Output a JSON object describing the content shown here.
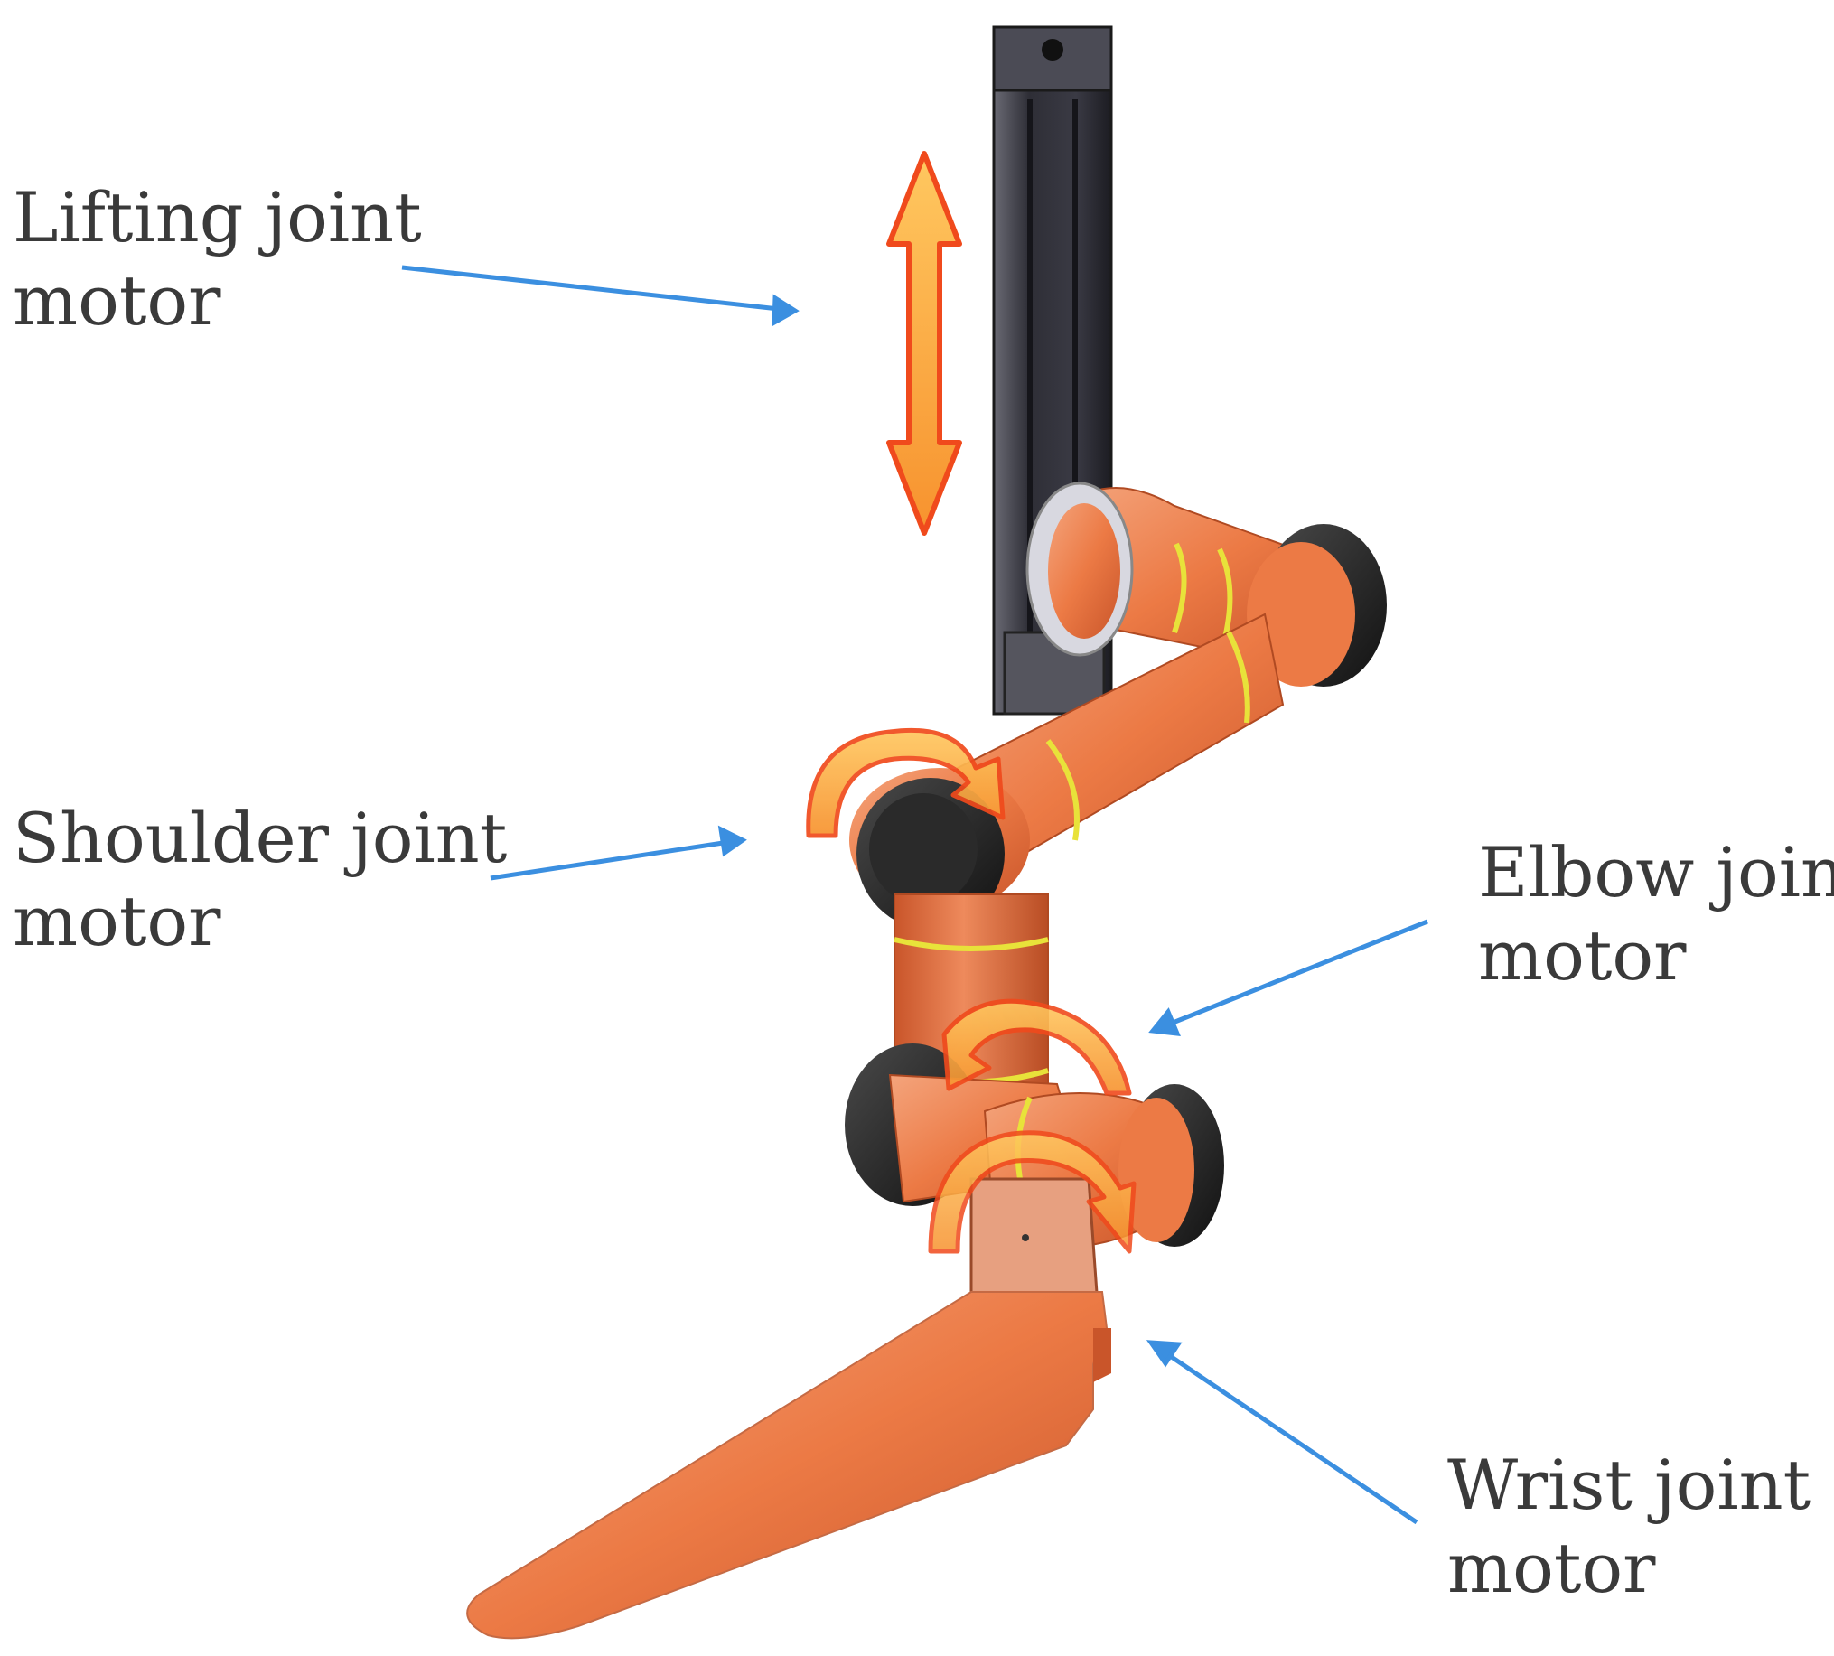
{
  "labels": {
    "lifting": {
      "line1": "Lifting joint",
      "line2": "motor"
    },
    "shoulder": {
      "line1": "Shoulder joint",
      "line2": "motor"
    },
    "elbow": {
      "line1": "Elbow joint",
      "line2": "motor"
    },
    "wrist": {
      "line1": "Wrist joint",
      "line2": "motor"
    }
  },
  "colors": {
    "pointer_arrow": "#3b8fe0",
    "arm_orange": "#ec7a45",
    "arm_shadow": "#c9552a",
    "joint_cap": "#1e1e1e",
    "seam_ring": "#e8e23a",
    "motion_arrow_fill": "#f9a94b",
    "motion_arrow_stroke": "#f04a1c",
    "rail_dark": "#3a3a42",
    "gripper": "#f39a75"
  }
}
